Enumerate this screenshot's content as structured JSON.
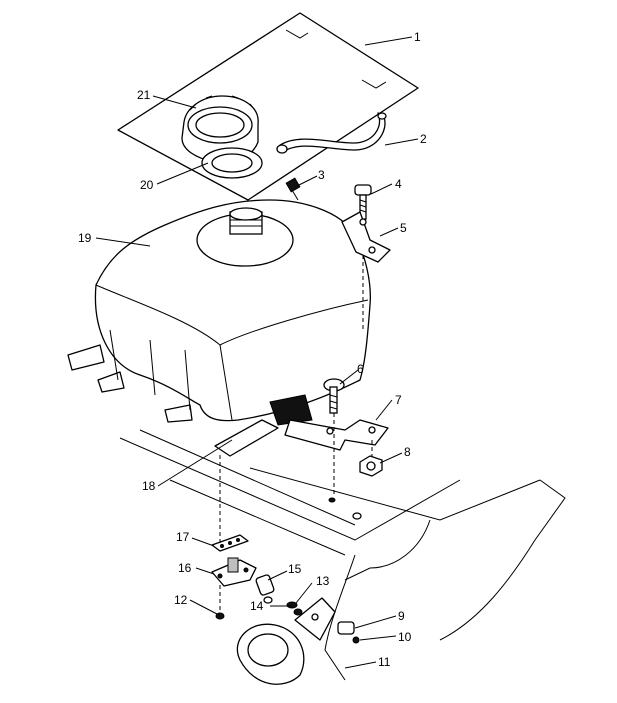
{
  "diagram": {
    "title": "Fuel tank assembly exploded view",
    "callouts": [
      {
        "id": "1",
        "label": "1"
      },
      {
        "id": "2",
        "label": "2"
      },
      {
        "id": "3",
        "label": "3"
      },
      {
        "id": "4",
        "label": "4"
      },
      {
        "id": "5",
        "label": "5"
      },
      {
        "id": "6",
        "label": "6"
      },
      {
        "id": "7",
        "label": "7"
      },
      {
        "id": "8",
        "label": "8"
      },
      {
        "id": "9",
        "label": "9"
      },
      {
        "id": "10",
        "label": "10"
      },
      {
        "id": "11",
        "label": "11"
      },
      {
        "id": "12",
        "label": "12"
      },
      {
        "id": "13",
        "label": "13"
      },
      {
        "id": "14",
        "label": "14"
      },
      {
        "id": "15",
        "label": "15"
      },
      {
        "id": "16",
        "label": "16"
      },
      {
        "id": "17",
        "label": "17"
      },
      {
        "id": "18",
        "label": "18"
      },
      {
        "id": "19",
        "label": "19"
      },
      {
        "id": "20",
        "label": "20"
      },
      {
        "id": "21",
        "label": "21"
      }
    ]
  }
}
